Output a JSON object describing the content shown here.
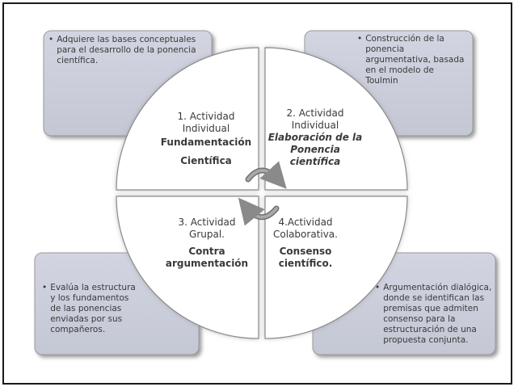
{
  "notes": {
    "top_left": "Adquiere las bases conceptuales para el desarrollo de la ponencia científica.",
    "top_right": "Construcción de la ponencia argumentativa, basada en el modelo de Toulmin",
    "bottom_left": "Evalúa la estructura y los fundamentos de las ponencias enviadas por sus compañeros.",
    "bottom_right": "Argumentación dialógica, donde se identifican las premisas que admiten consenso para la estructuración de una propuesta conjunta."
  },
  "quadrants": {
    "q1": {
      "line1": "1. Actividad",
      "line2": "Individual",
      "line3": "Fundamentación",
      "line4": "Científica"
    },
    "q2": {
      "line1": "2. Actividad",
      "line2": "Individual",
      "line3": "Elaboración de la",
      "line4": "Ponencia",
      "line5": "científica"
    },
    "q3": {
      "line1": "3. Actividad",
      "line2": "Grupal.",
      "line3": "Contra",
      "line4": "argumentación"
    },
    "q4": {
      "line1": "4.Actividad",
      "line2": "Colaborativa.",
      "line3": "Consenso",
      "line4": "científico."
    }
  },
  "colors": {
    "box_fill": "#c9ccd9",
    "box_shadow": "#8c8c8c",
    "circle_fill": "#ffffff",
    "arrow": "#7f7f7f"
  },
  "icons": {
    "bullet": "•",
    "cycle": "cycle-arrows-icon"
  }
}
